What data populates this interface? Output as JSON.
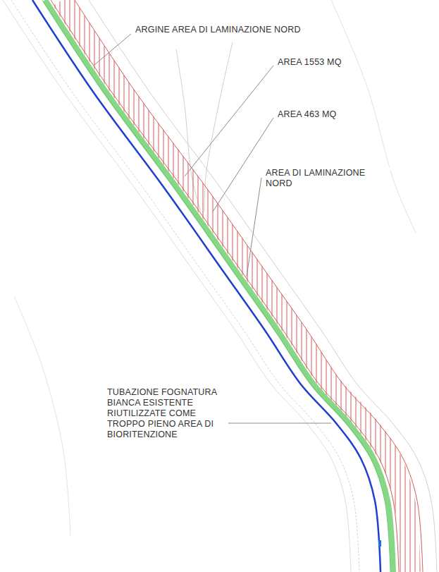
{
  "diagram": {
    "labels": [
      "ARGINE AREA DI LAMINAZIONE NORD",
      "AREA 1553 MQ",
      "AREA 463 MQ",
      "AREA DI LAMINAZIONE NORD",
      "TUBAZIONE FOGNATURA BIANCA ESISTENTE RIUTILIZZATE COME TROPPO PIENO AREA DI BIORITENZIONE"
    ]
  }
}
